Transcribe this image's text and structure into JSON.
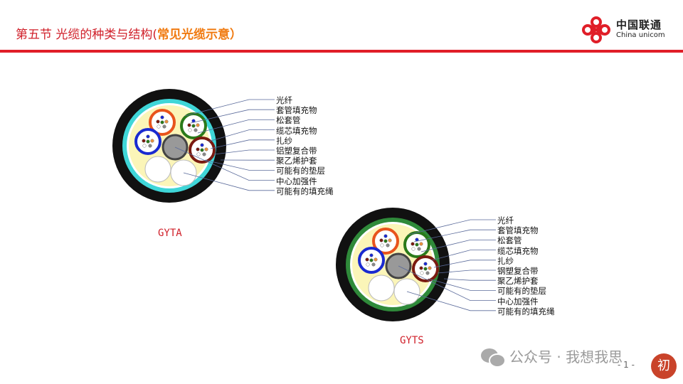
{
  "header": {
    "title_prefix": "第五节  光缆的种类与结构(",
    "title_highlight": "常见光缆示意）",
    "logo_cn": "中国联通",
    "logo_en": "China unicom"
  },
  "cables": [
    {
      "name": "GYTA",
      "armor_color": "#3fd6d8",
      "labels": [
        "光纤",
        "套管填充物",
        "松套管",
        "缆芯填充物",
        "扎纱",
        "铝塑复合带",
        "聚乙烯护套",
        "可能有的垫层",
        "中心加强件",
        "可能有的填充绳"
      ]
    },
    {
      "name": "GYTS",
      "armor_color": "#2f8a3a",
      "labels": [
        "光纤",
        "套管填充物",
        "松套管",
        "缆芯填充物",
        "扎纱",
        "钢塑复合带",
        "聚乙烯护套",
        "可能有的垫层",
        "中心加强件",
        "可能有的填充绳"
      ]
    }
  ],
  "colors": {
    "tube_orange": "#e8541c",
    "tube_green": "#2a7a1a",
    "tube_blue": "#1a2ad0",
    "tube_brown": "#7a1a10",
    "filler": "#fbf5b8"
  },
  "footer": {
    "watermark": "公众号 · 我想我思",
    "page": "- 1 -",
    "badge": "初"
  }
}
